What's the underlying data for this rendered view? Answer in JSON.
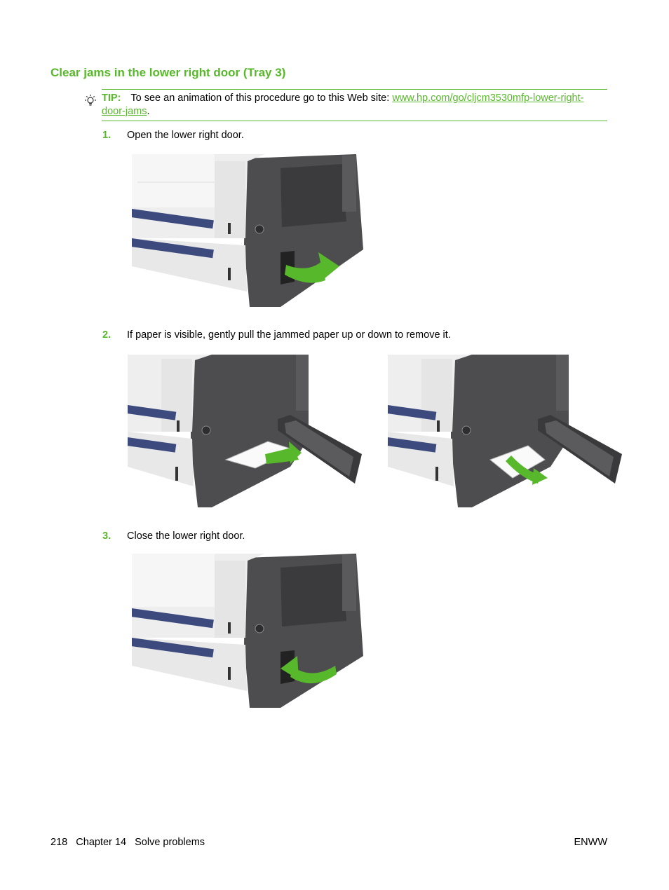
{
  "heading": "Clear jams in the lower right door (Tray 3)",
  "tip": {
    "label": "TIP:",
    "text": "To see an animation of this procedure go to this Web site: ",
    "link": "www.hp.com/go/cljcm3530mfp-lower-right-door-jams",
    "end": "."
  },
  "steps": [
    {
      "number": "1.",
      "text": "Open the lower right door."
    },
    {
      "number": "2.",
      "text": "If paper is visible, gently pull the jammed paper up or down to remove it."
    },
    {
      "number": "3.",
      "text": "Close the lower right door."
    }
  ],
  "footer": {
    "page_info": "218   Chapter 14   Solve problems",
    "right": "ENWW"
  },
  "colors": {
    "accent": "#58b82b",
    "printer_body": "#4d4d4f",
    "tray_blue": "#3c4a7d"
  }
}
